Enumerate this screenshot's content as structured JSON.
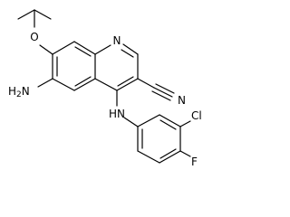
{
  "molecule": {
    "atoms": {
      "ring_nitrogen": "N",
      "ether_oxygen": "O",
      "amine_nitrogen": "N",
      "amine_hydrogen": "H",
      "amine_hydrogen_count": "2",
      "nh_nitrogen": "N",
      "nh_hydrogen": "H",
      "nitrile_nitrogen": "N",
      "chlorine": "Cl",
      "fluorine": "F"
    }
  }
}
